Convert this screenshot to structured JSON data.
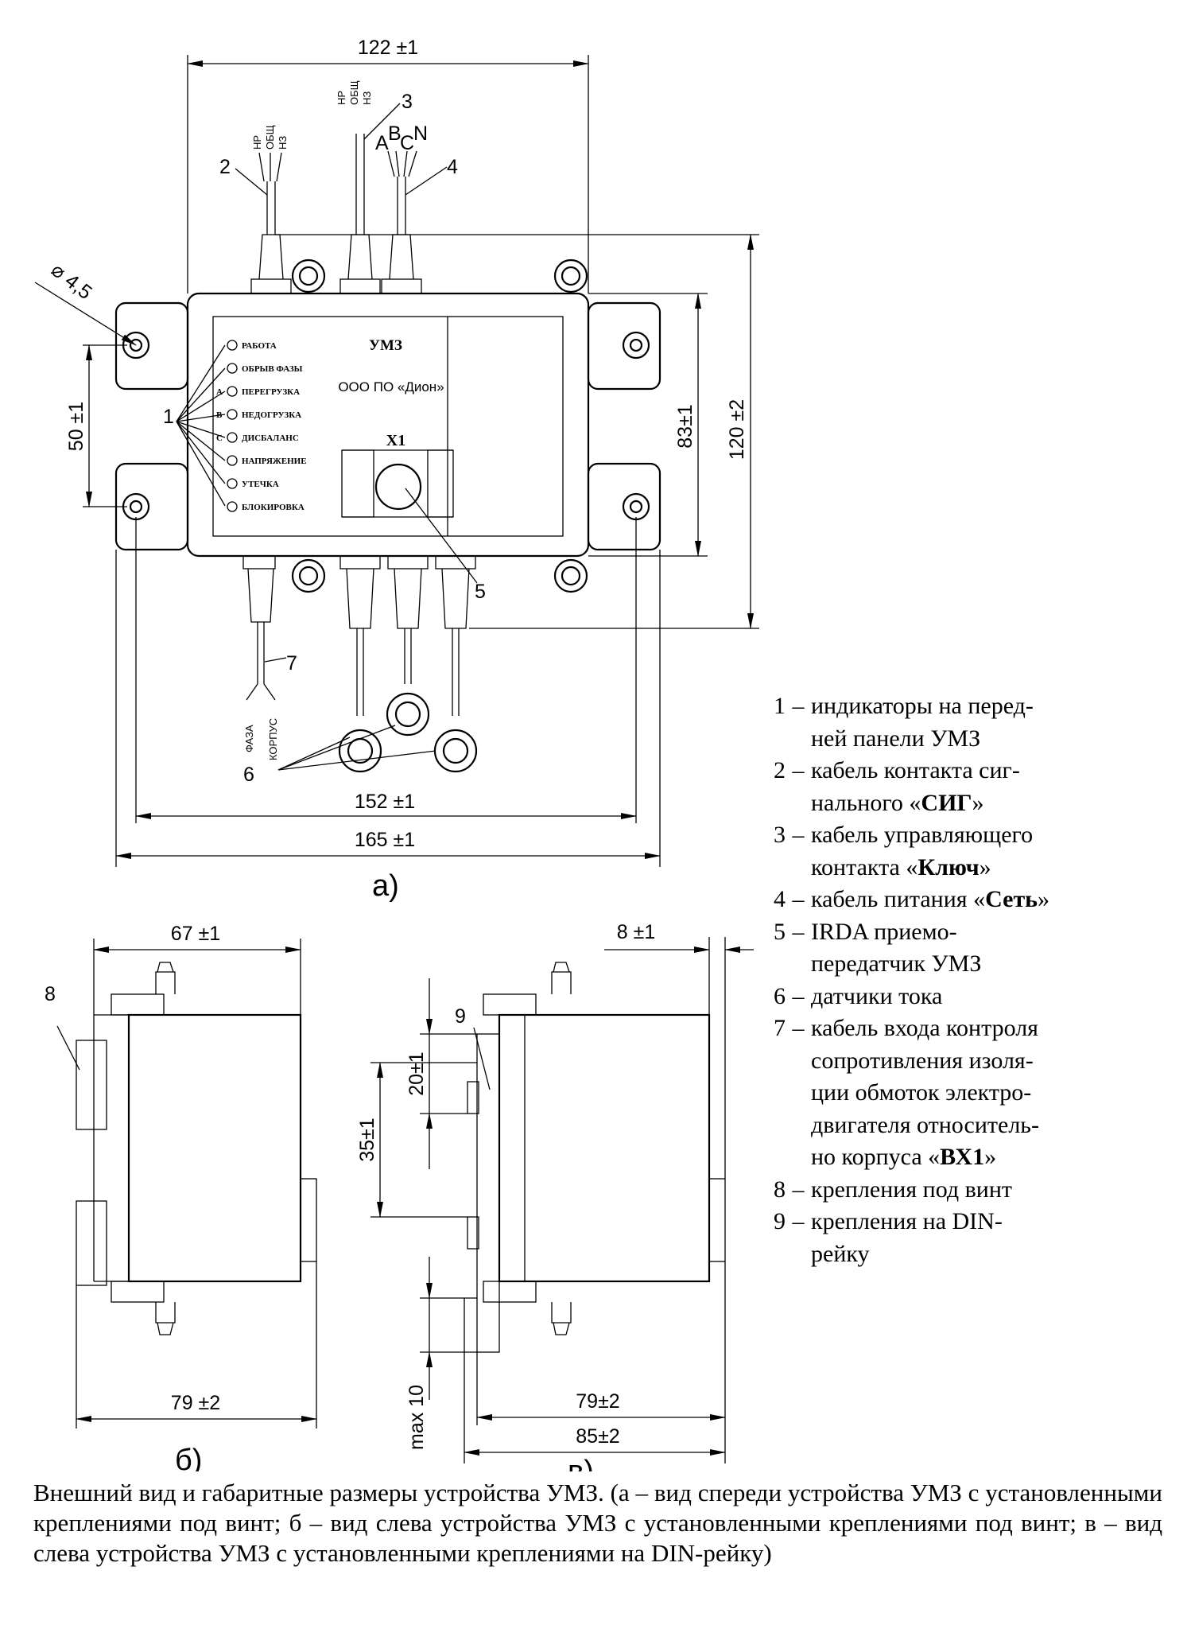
{
  "dimensions": {
    "width_top": "122 ±1",
    "hole_diameter": "⌀ 4,5",
    "spacing_50": "50 ±1",
    "height_83": "83±1",
    "height_120": "120 ±2",
    "width_152": "152 ±1",
    "width_165": "165 ±1",
    "side_67": "67 ±1",
    "side_79_b": "79 ±2",
    "side_8": "8 ±1",
    "side_20": "20±1",
    "side_35": "35±1",
    "side_79_v": "79±2",
    "side_85": "85±2",
    "side_max10": "max 10"
  },
  "callouts": [
    "1",
    "2",
    "3",
    "4",
    "5",
    "6",
    "7",
    "8",
    "9"
  ],
  "wires": {
    "cable2": [
      "НР",
      "ОБЩ",
      "НЗ"
    ],
    "cable3": [
      "НР",
      "ОБЩ",
      "НЗ"
    ],
    "phases": [
      "A",
      "B",
      "C",
      "N"
    ],
    "cable7": [
      "ФАЗА",
      "КОРПУС"
    ]
  },
  "panel": {
    "title": "УМЗ",
    "maker": "ООО ПО «Дион»",
    "connector": "X1",
    "indicators": [
      {
        "prefix": "",
        "label": "РАБОТА"
      },
      {
        "prefix": "",
        "label": "ОБРЫВ ФАЗЫ"
      },
      {
        "prefix": "A",
        "label": "ПЕРЕГРУЗКА"
      },
      {
        "prefix": "B",
        "label": "НЕДОГРУЗКА"
      },
      {
        "prefix": "C",
        "label": "ДИСБАЛАНС"
      },
      {
        "prefix": "",
        "label": "НАПРЯЖЕНИЕ"
      },
      {
        "prefix": "",
        "label": "УТЕЧКА"
      },
      {
        "prefix": "",
        "label": "БЛОКИРОВКА"
      }
    ]
  },
  "views": {
    "a": "а)",
    "b": "б)",
    "v": "в)"
  },
  "legend": [
    {
      "num": "1",
      "dash": "–",
      "lines": [
        "индикаторы на перед-",
        "ней панели УМЗ"
      ]
    },
    {
      "num": "2",
      "dash": "–",
      "lines": [
        "кабель контакта сиг-",
        "нального «",
        "СИГ",
        "»"
      ]
    },
    {
      "num": "3",
      "dash": "–",
      "lines": [
        "кабель управляющего",
        "контакта «",
        "Ключ",
        "»"
      ]
    },
    {
      "num": "4",
      "dash": "–",
      "lines": [
        "кабель питания «",
        "Сеть",
        "»"
      ]
    },
    {
      "num": "5",
      "dash": "–",
      "lines": [
        "IRDA приемо-",
        "передатчик УМЗ"
      ]
    },
    {
      "num": "6",
      "dash": "–",
      "lines": [
        "датчики тока"
      ]
    },
    {
      "num": "7",
      "dash": "–",
      "lines": [
        "кабель входа контроля",
        "сопротивления изоля-",
        "ции обмоток электро-",
        "двигателя относитель-",
        "но корпуса «",
        "ВХ1",
        "»"
      ]
    },
    {
      "num": "8",
      "dash": "–",
      "lines": [
        "крепления под винт"
      ]
    },
    {
      "num": "9",
      "dash": "–",
      "lines": [
        "крепления на DIN-",
        "рейку"
      ]
    }
  ],
  "caption": "Внешний вид и габаритные размеры устройства УМЗ. (а – вид спереди устройства УМЗ с установленными креплениями под винт; б – вид слева устройства УМЗ с установленными креплениями под винт; в – вид слева устройства УМЗ с установленными креплениями на DIN-рейку)"
}
